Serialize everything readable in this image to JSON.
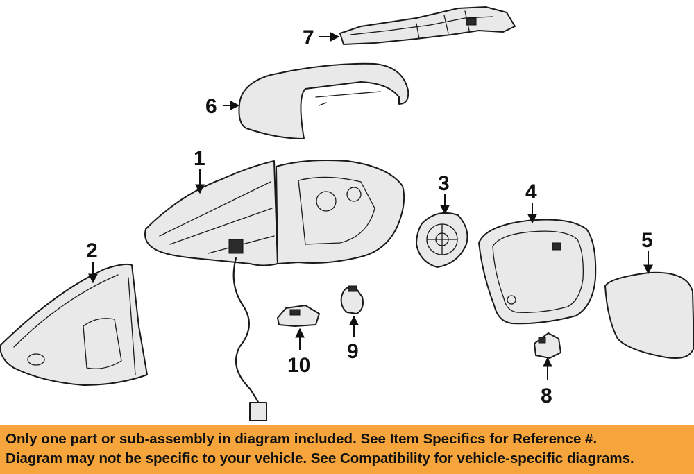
{
  "diagram": {
    "callouts": [
      {
        "id": "part-1-callout",
        "text": "1"
      },
      {
        "id": "part-2-callout",
        "text": "2"
      },
      {
        "id": "part-3-callout",
        "text": "3"
      },
      {
        "id": "part-4-callout",
        "text": "4"
      },
      {
        "id": "part-5-callout",
        "text": "5"
      },
      {
        "id": "part-6-callout",
        "text": "6"
      },
      {
        "id": "part-7-callout",
        "text": "7"
      },
      {
        "id": "part-8-callout",
        "text": "8"
      },
      {
        "id": "part-9-callout",
        "text": "9"
      },
      {
        "id": "part-10-callout",
        "text": "10"
      }
    ]
  },
  "banner": {
    "background": "#f5a53c",
    "line1": "Only one part or sub-assembly in diagram included. See Item Specifics for Reference #.",
    "line2": "Diagram may not be specific to your vehicle. See Compatibility for vehicle-specific diagrams."
  }
}
